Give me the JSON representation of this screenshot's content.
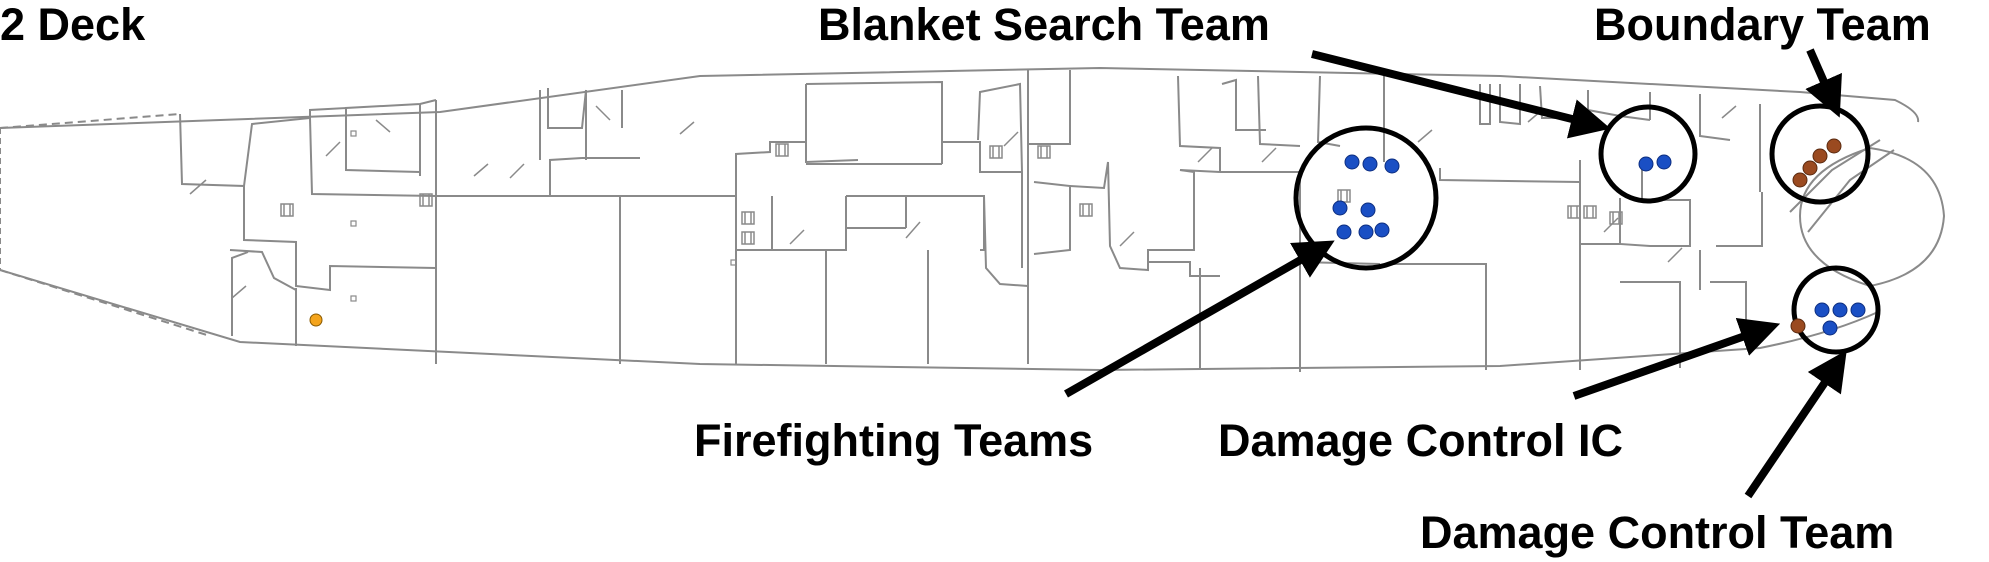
{
  "deck_label": "2 Deck",
  "annotations": {
    "blanket_search": "Blanket Search Team",
    "boundary": "Boundary Team",
    "firefighting": "Firefighting Teams",
    "damage_control_ic": "Damage Control IC",
    "damage_control_team": "Damage Control Team"
  },
  "colors": {
    "hull_line": "#8a8a8a",
    "callout": "#000000",
    "team_blue": "#1a4fc4",
    "team_brown": "#9a4a20",
    "single_orange": "#f4a41c"
  },
  "icons": [
    "ladder-icon",
    "hatch-icon"
  ]
}
